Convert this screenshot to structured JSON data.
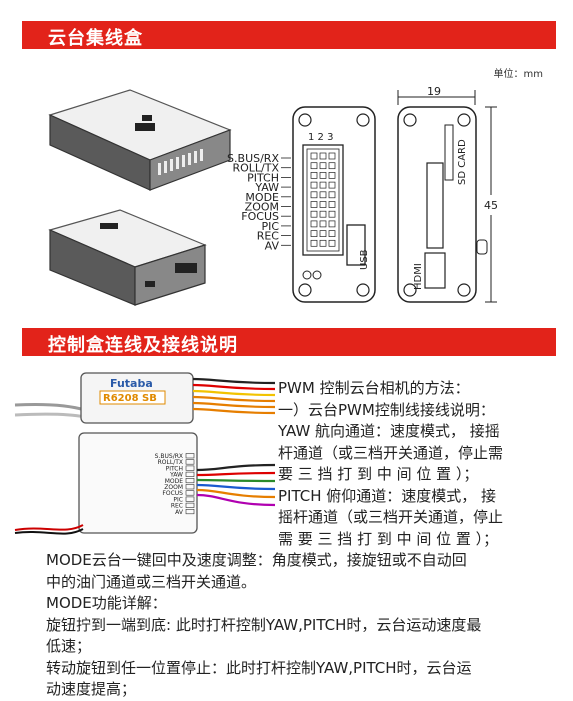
{
  "section1": {
    "title": "云台集线盒",
    "unit": "单位：mm"
  },
  "dims": {
    "width": "19",
    "height": "45"
  },
  "pins": {
    "header": "1 2 3",
    "usb": "USB",
    "hdmi": "HDMI",
    "sd": "SD CARD"
  },
  "port_labels": [
    "S.BUS/RX",
    "ROLL/TX",
    "PITCH",
    "YAW",
    "MODE",
    "ZOOM",
    "FOCUS",
    "PIC",
    "REC",
    "AV"
  ],
  "receiver": {
    "brand": "Futaba",
    "model": "R6208 SB"
  },
  "section2": {
    "title": "控制盒连线及接线说明"
  },
  "pwm_lines": [
    "PWM 控制云台相机的方法：",
    "一）云台PWM控制线接线说明：",
    "YAW 航向通道：速度模式， 接摇",
    "杆通道（或三档开关通道，停止需",
    "要 三 挡 打 到 中 间 位 置 ）；",
    "PITCH 俯仰通道：速度模式， 接",
    "摇杆通道（或三档开关通道，停止",
    "需 要 三 挡 打 到 中 间 位 置 ）；"
  ],
  "mode_lines": [
    "MODE云台一键回中及速度调整：角度模式，接旋钮或不自动回",
    "中的油门通道或三档开关通道。",
    " MODE功能详解：",
    "旋钮拧到一端到底: 此时打杆控制YAW,PITCH时，云台运动速度最",
    "低速；",
    "转动旋钮到任一位置停止：此时打杆控制YAW,PITCH时，云台运",
    "动速度提高；"
  ]
}
